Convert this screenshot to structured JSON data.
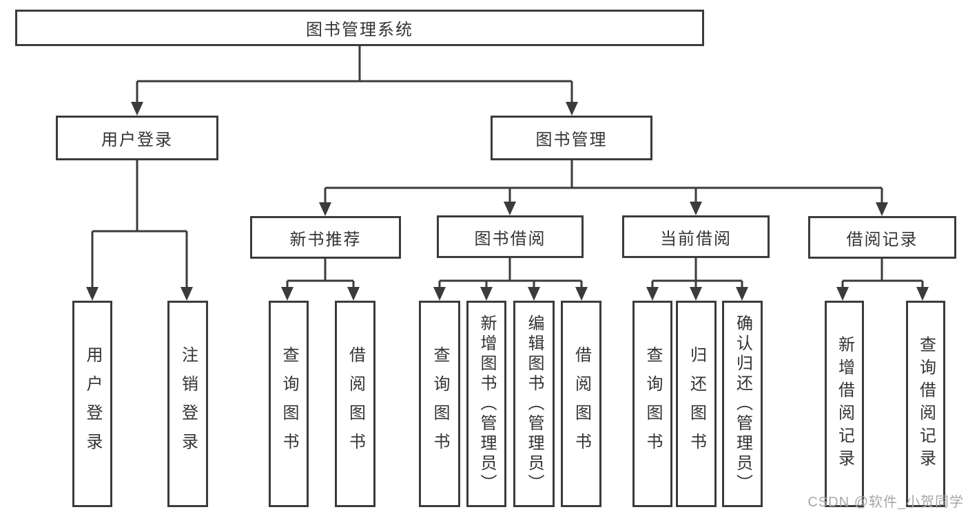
{
  "diagram": {
    "root": {
      "label": "图书管理系统"
    },
    "level2": [
      {
        "label": "用户登录"
      },
      {
        "label": "图书管理"
      }
    ],
    "level3": [
      {
        "label": "新书推荐"
      },
      {
        "label": "图书借阅"
      },
      {
        "label": "当前借阅"
      },
      {
        "label": "借阅记录"
      }
    ],
    "leaves": [
      {
        "label": "用户登录"
      },
      {
        "label": "注销登录"
      },
      {
        "label": "查询图书"
      },
      {
        "label": "借阅图书"
      },
      {
        "label": "查询图书"
      },
      {
        "label": "新增图书（管理员）"
      },
      {
        "label": "编辑图书（管理员）"
      },
      {
        "label": "借阅图书"
      },
      {
        "label": "查询图书"
      },
      {
        "label": "归还图书"
      },
      {
        "label": "确认归还（管理员）"
      },
      {
        "label": "新增借阅记录"
      },
      {
        "label": "查询借阅记录"
      }
    ]
  },
  "watermark": "CSDN @软件_小贺同学",
  "colors": {
    "line": "#3b3b3b",
    "text": "#333333",
    "watermark": "#a7a7a7",
    "background": "#ffffff"
  }
}
